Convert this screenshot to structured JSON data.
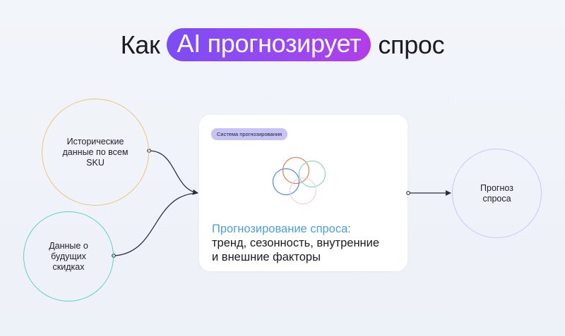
{
  "title": {
    "prefix": "Как",
    "highlight": "AI прогнозирует",
    "suffix": "спрос"
  },
  "inputs": [
    {
      "label": "Исторические\nданные по всем\nSKU",
      "color": "#f1c27a"
    },
    {
      "label": "Данные о\nбудущих\nскидках",
      "color": "#5fd0bb"
    }
  ],
  "system_card": {
    "badge": "Система прогнозирования",
    "heading": "Прогнозирование спроса:",
    "body": "тренд, сезонность, внутренние\nи внешние факторы",
    "icon": "overlapping-circles-icon",
    "icon_colors": [
      "#e8825a",
      "#8fd9bf",
      "#5b8fe0",
      "#f1d3dc"
    ]
  },
  "output": {
    "label": "Прогноз\nспроса",
    "color": "#c9c6f4"
  },
  "colors": {
    "accent_gradient_start": "#7c4df5",
    "accent_gradient_end": "#b13ee8",
    "heading_blue": "#4c9fe0",
    "arrow": "#2c2f3a"
  }
}
